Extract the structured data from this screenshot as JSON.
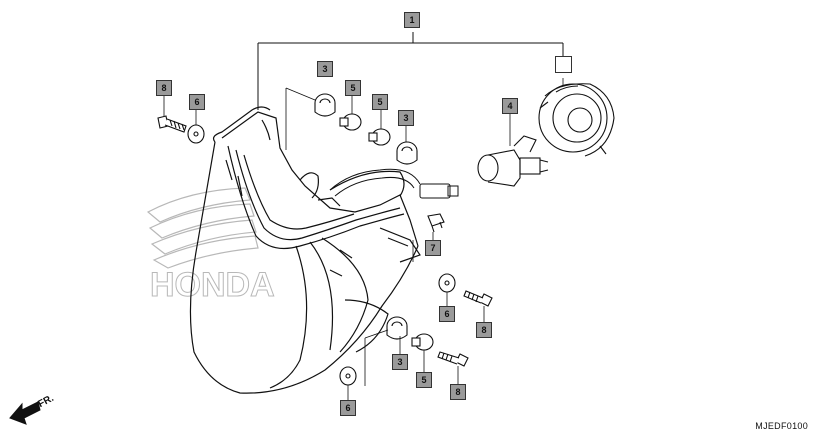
{
  "diagram": {
    "catalog_code": "MJEDF0100",
    "direction_label": "FR.",
    "watermark_brand": "HONDA",
    "callouts": [
      {
        "id": "c1",
        "label": "1"
      },
      {
        "id": "c1b",
        "label": ""
      },
      {
        "id": "c3a",
        "label": "3"
      },
      {
        "id": "c3b",
        "label": "3"
      },
      {
        "id": "c3c",
        "label": "3"
      },
      {
        "id": "c4",
        "label": "4"
      },
      {
        "id": "c5a",
        "label": "5"
      },
      {
        "id": "c5b",
        "label": "5"
      },
      {
        "id": "c5c",
        "label": "5"
      },
      {
        "id": "c6a",
        "label": "6"
      },
      {
        "id": "c6b",
        "label": "6"
      },
      {
        "id": "c6c",
        "label": "6"
      },
      {
        "id": "c7",
        "label": "7"
      },
      {
        "id": "c8a",
        "label": "8"
      },
      {
        "id": "c8b",
        "label": "8"
      },
      {
        "id": "c8c",
        "label": "8"
      }
    ],
    "colors": {
      "tag_fill": "#9a9a9a",
      "line": "#111111",
      "watermark": "#b8b8b8"
    }
  }
}
